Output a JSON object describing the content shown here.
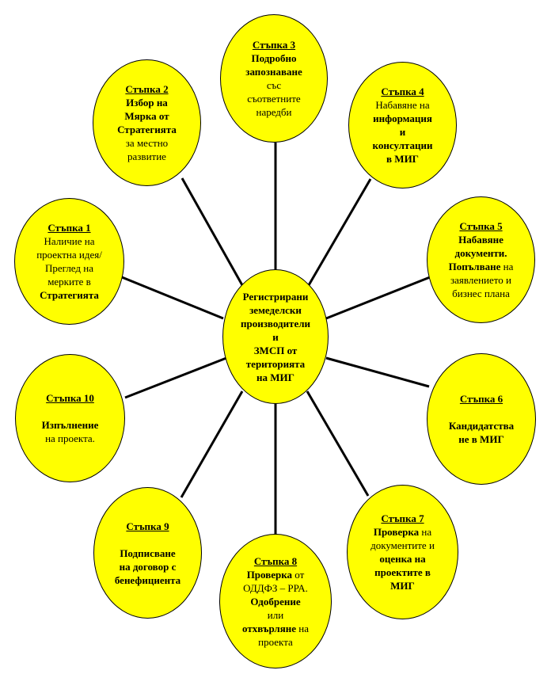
{
  "center": {
    "lines": [
      "Регистрирани",
      "земеделски",
      "производители",
      "и",
      "ЗМСП  от",
      "територията",
      "на МИГ"
    ]
  },
  "steps": {
    "s1": {
      "title": "Стъпка 1",
      "l1": "Наличие на",
      "l2": "проектна идея/",
      "l3": "Преглед на",
      "l4": "мерките в",
      "l5": "Стратегията"
    },
    "s2": {
      "title": "Стъпка 2",
      "l1": "Избор на",
      "l2": "Мярка от",
      "l3": "Стратегията",
      "l4": "за местно",
      "l5": "развитие"
    },
    "s3": {
      "title": "Стъпка 3",
      "l1": "Подробно",
      "l2": "запознаване",
      "l3": "със",
      "l4": "съответните",
      "l5": "наредби"
    },
    "s4": {
      "title": "Стъпка 4",
      "l1": "Набавяне на",
      "l2": "информация",
      "l3": "и",
      "l4": "консултации",
      "l5": "в МИГ"
    },
    "s5": {
      "title": "Стъпка 5",
      "l1": "Набавяне",
      "l2": "документи.",
      "l3a": "Попълване",
      "l3b": " на",
      "l4": "заявлението и",
      "l5": "бизнес плана"
    },
    "s6": {
      "title": "Стъпка 6",
      "l1": "Кандидатства",
      "l2": "не в МИГ"
    },
    "s7": {
      "title": "Стъпка 7",
      "l1a": "Проверка",
      "l1b": " на",
      "l2": "документите и",
      "l3": "оценка на",
      "l4": "проектите в",
      "l5": "МИГ"
    },
    "s8": {
      "title": "Стъпка 8",
      "l1a": "Проверка",
      "l1b": " от",
      "l2": "ОДДФЗ – РРА.",
      "l3": "Одобрение",
      "l4": "или",
      "l5a": "отхвърляне",
      "l5b": " на",
      "l6": "проекта"
    },
    "s9": {
      "title": "Стъпка 9",
      "l1": "Подписване",
      "l2": "на договор с",
      "l3": "бенефициента"
    },
    "s10": {
      "title": "Стъпка 10",
      "l1": "Изпълнение",
      "l2": "на проекта."
    }
  }
}
